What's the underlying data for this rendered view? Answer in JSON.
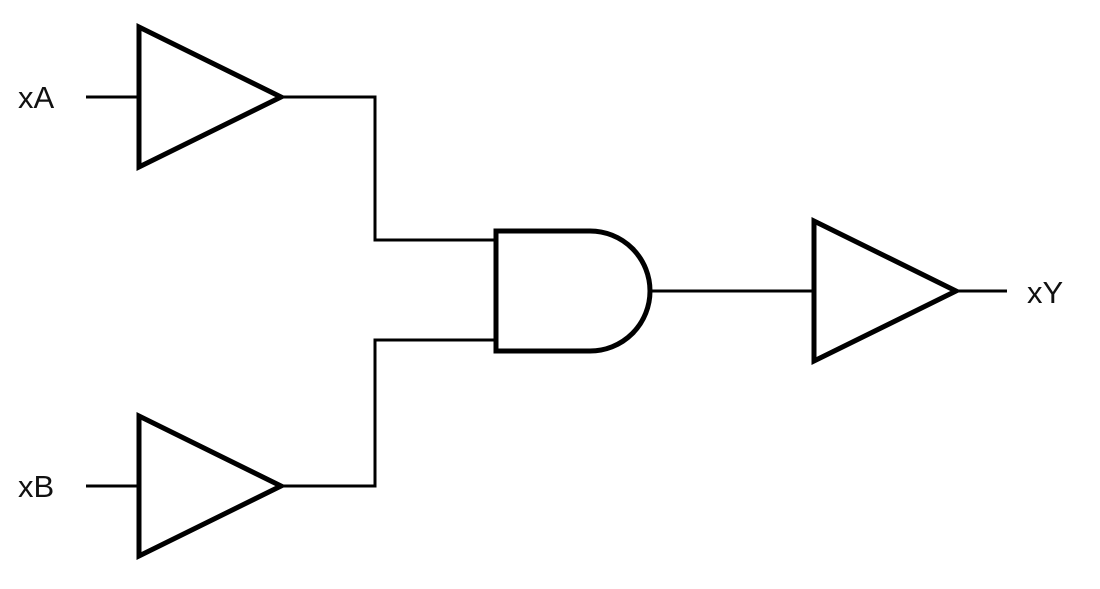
{
  "diagram": {
    "type": "logic-circuit",
    "description": "Two buffered inputs feeding a 2-input AND gate whose output passes through an output buffer",
    "labels": {
      "input_a": "xA",
      "input_b": "xB",
      "output": "xY"
    },
    "colors": {
      "stroke": "#000000",
      "background": "#ffffff"
    },
    "gates": [
      {
        "id": "buffer-a",
        "type": "buffer",
        "input": "xA"
      },
      {
        "id": "buffer-b",
        "type": "buffer",
        "input": "xB"
      },
      {
        "id": "and-1",
        "type": "and",
        "inputs": [
          "buffer-a",
          "buffer-b"
        ]
      },
      {
        "id": "buffer-y",
        "type": "buffer",
        "input": "and-1",
        "output": "xY"
      }
    ]
  }
}
